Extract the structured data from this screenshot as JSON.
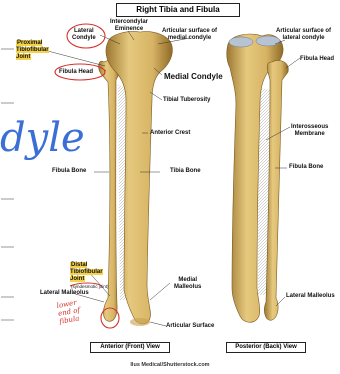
{
  "title": "Right Tibia and Fibula",
  "labels": {
    "intercondylar_eminence": "Intercondylar\nEminence",
    "lateral_condyle": "Lateral\nCondyle",
    "articular_medial": "Articular surface of\nmedial condyle",
    "articular_lateral": "Articular surface of\nlateral condyle",
    "proximal_joint": "Proximal\nTibiofibular\nJoint",
    "fibula_head_left": "Fibula Head",
    "fibula_head_right": "Fibula Head",
    "medial_condyle": "Medial Condyle",
    "tibial_tuberosity": "Tibial Tuberosity",
    "anterior_crest": "Anterior Crest",
    "interosseous": "Interosseous\nMembrane",
    "fibula_bone_left": "Fibula Bone",
    "tibia_bone": "Tibia Bone",
    "fibula_bone_right": "Fibula Bone",
    "distal_joint": "Distal\nTibiofibular\nJoint",
    "syndesmosis": "(syndesmotic joint)",
    "lateral_malleolus_left": "Lateral Malleolus",
    "medial_malleolus": "Medial\nMalleolus",
    "articular_surface": "Articular Surface",
    "lateral_malleolus_right": "Lateral Malleolus"
  },
  "views": {
    "anterior": "Anterior (Front) View",
    "posterior": "Posterior (Back) View"
  },
  "credit": "Ilus Medical/Shutterstock.com",
  "handwriting": {
    "condyle": "dyle",
    "lower_end": "lower\nend of\nfibula"
  },
  "colors": {
    "bone": "#d9b86a",
    "bone_dark": "#a8823a",
    "highlight": "#f4d34a",
    "ink_red": "#d4312a",
    "ink_blue": "#3b6fd6"
  }
}
